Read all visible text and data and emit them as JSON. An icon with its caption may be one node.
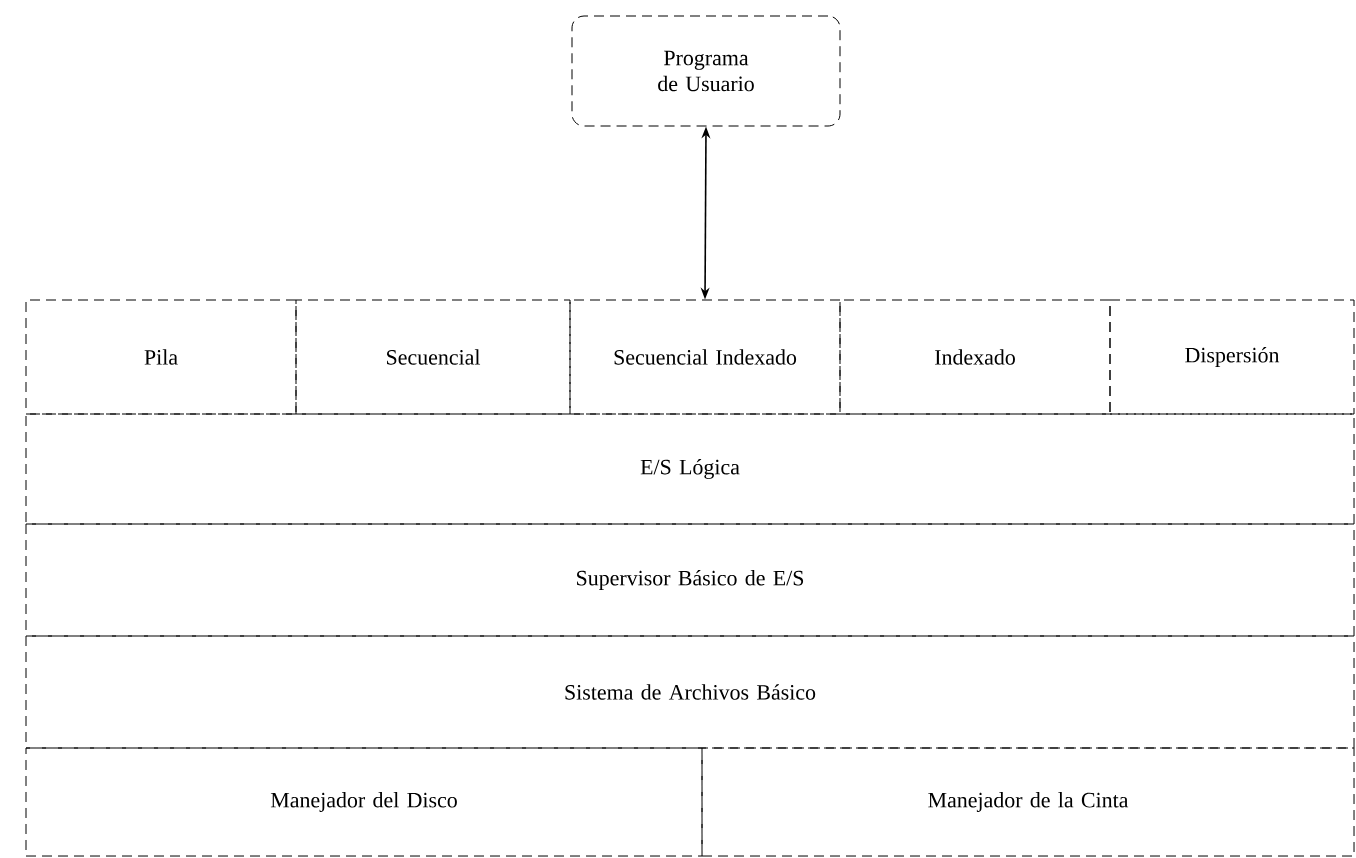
{
  "diagram": {
    "nodes": [
      {
        "text": [
          "Programa de Usuario"
        ]
      },
      {
        "text": [
          "Pila"
        ]
      },
      {
        "text": [
          "Secuencial"
        ]
      },
      {
        "text": [
          "Secuencial Indexado"
        ]
      },
      {
        "text": [
          "Indexado"
        ]
      },
      {
        "text": [
          "Dispersión"
        ]
      },
      {
        "text": [
          "E/S Lógica"
        ]
      },
      {
        "text": [
          "Supervisor Básico de E/S"
        ]
      },
      {
        "text": [
          "Sistema de Archivos Básico"
        ]
      },
      {
        "text": [
          "Manejador del Disco"
        ]
      },
      {
        "text": [
          "Manejador de la Cinta"
        ]
      }
    ],
    "edges": [
      {
        "from": 0,
        "to": 3,
        "arrow": "both"
      }
    ]
  }
}
